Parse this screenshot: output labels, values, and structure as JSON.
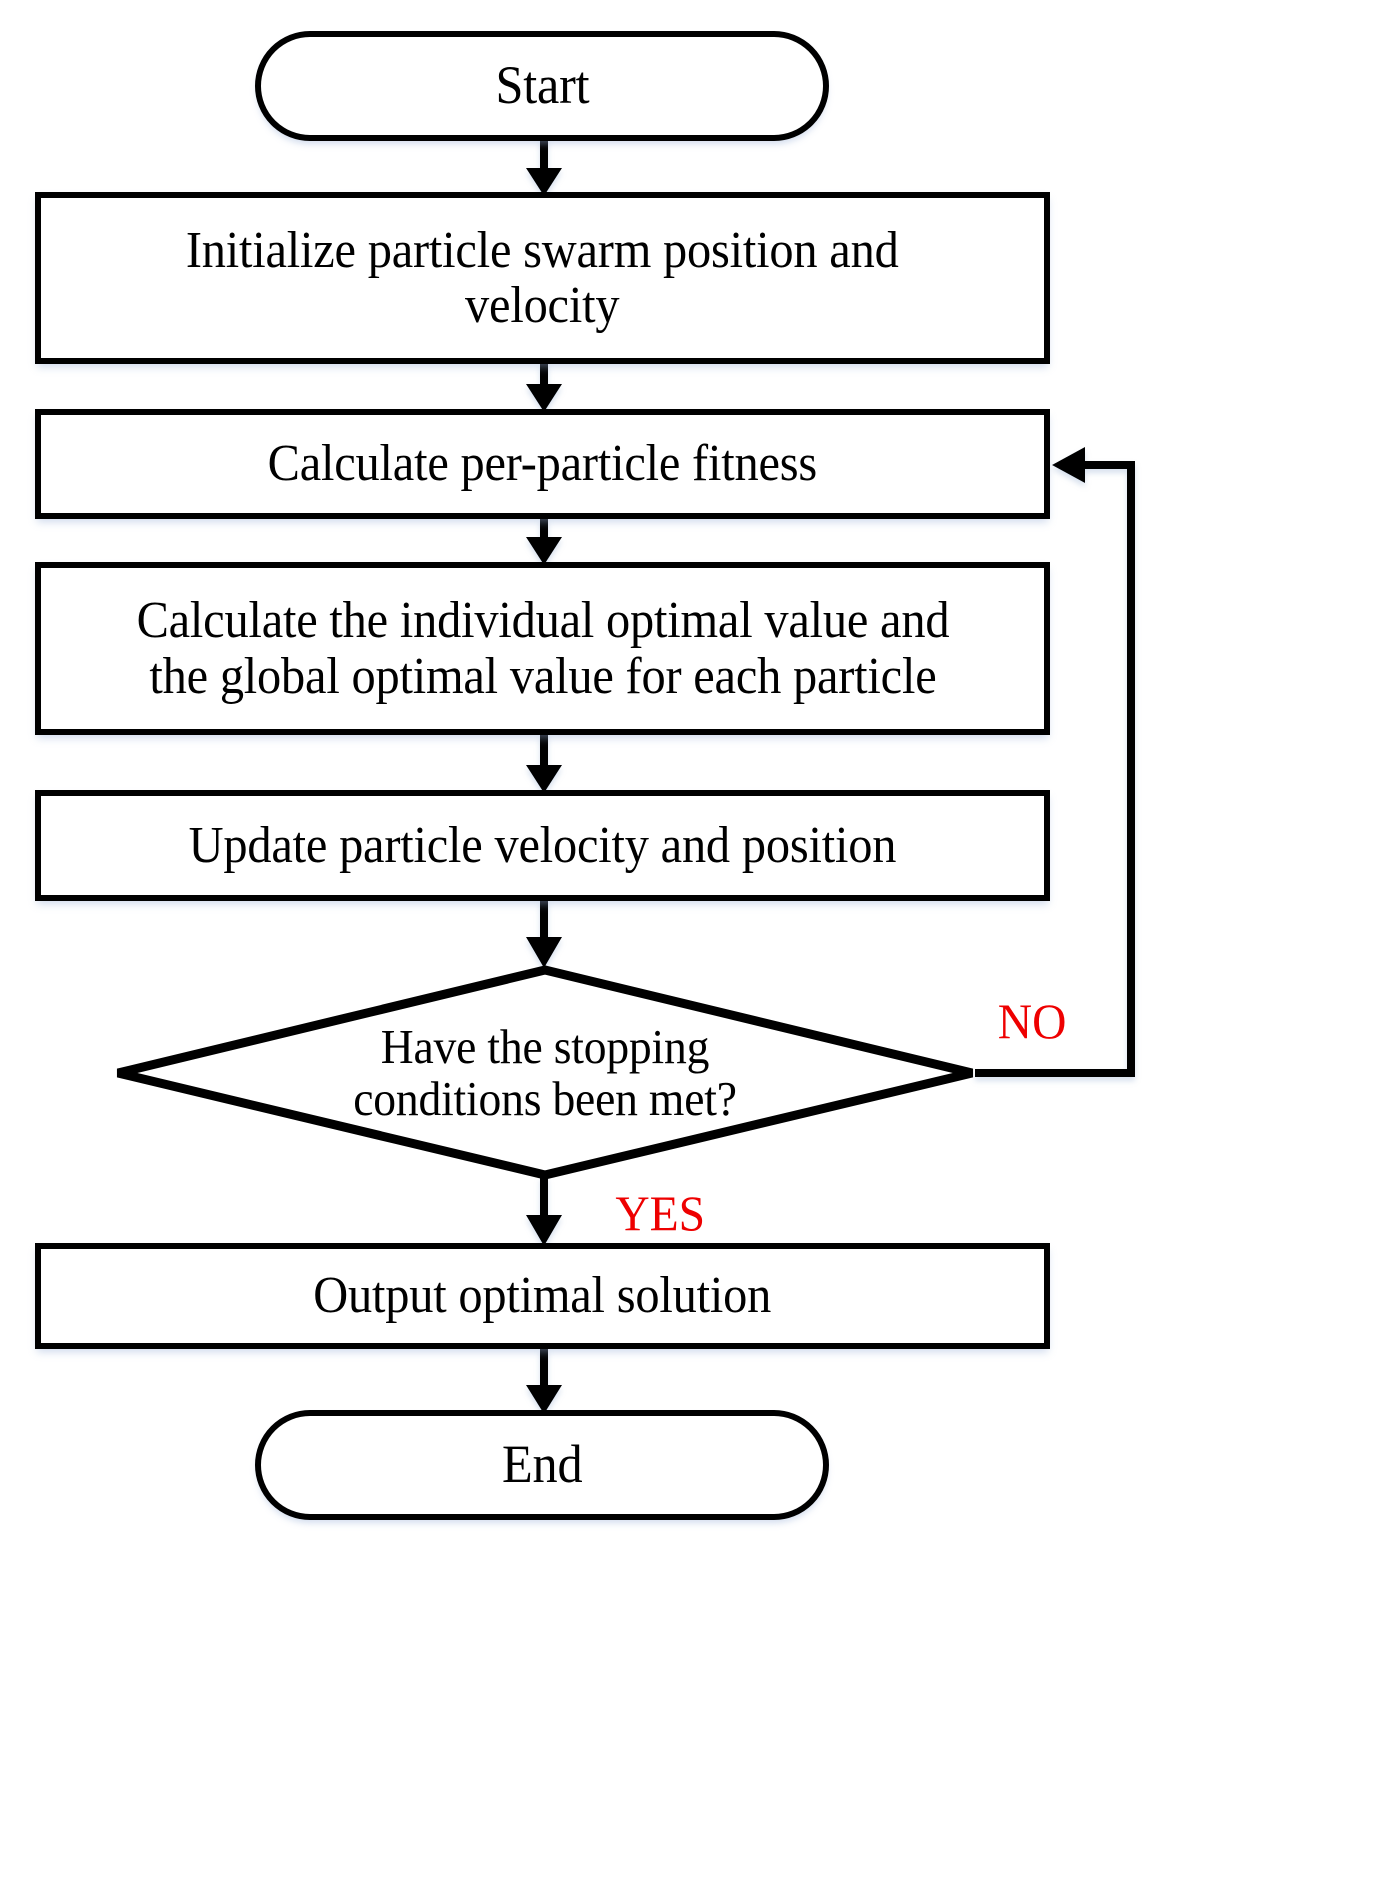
{
  "diagram": {
    "title": "Particle Swarm Optimization flowchart",
    "accent_no": "#ee0000",
    "accent_yes": "#ee0000",
    "line_color": "#000000",
    "background": "#ffffff"
  },
  "nodes": {
    "start": {
      "label": "Start",
      "shape": "terminal"
    },
    "initialize": {
      "label": "Initialize particle swarm position and\nvelocity",
      "shape": "process"
    },
    "fitness": {
      "label": "Calculate per-particle fitness",
      "shape": "process"
    },
    "optimal": {
      "label": "Calculate the individual optimal value and\nthe global optimal value for each particle",
      "shape": "process"
    },
    "update": {
      "label": "Update particle velocity and position",
      "shape": "process"
    },
    "decision": {
      "label_line1": "Have the stopping",
      "label_line2": "conditions been met?",
      "shape": "decision"
    },
    "output": {
      "label": "Output optimal solution",
      "shape": "process"
    },
    "end": {
      "label": "End",
      "shape": "terminal"
    }
  },
  "edges": {
    "no_label": "NO",
    "yes_label": "YES"
  }
}
